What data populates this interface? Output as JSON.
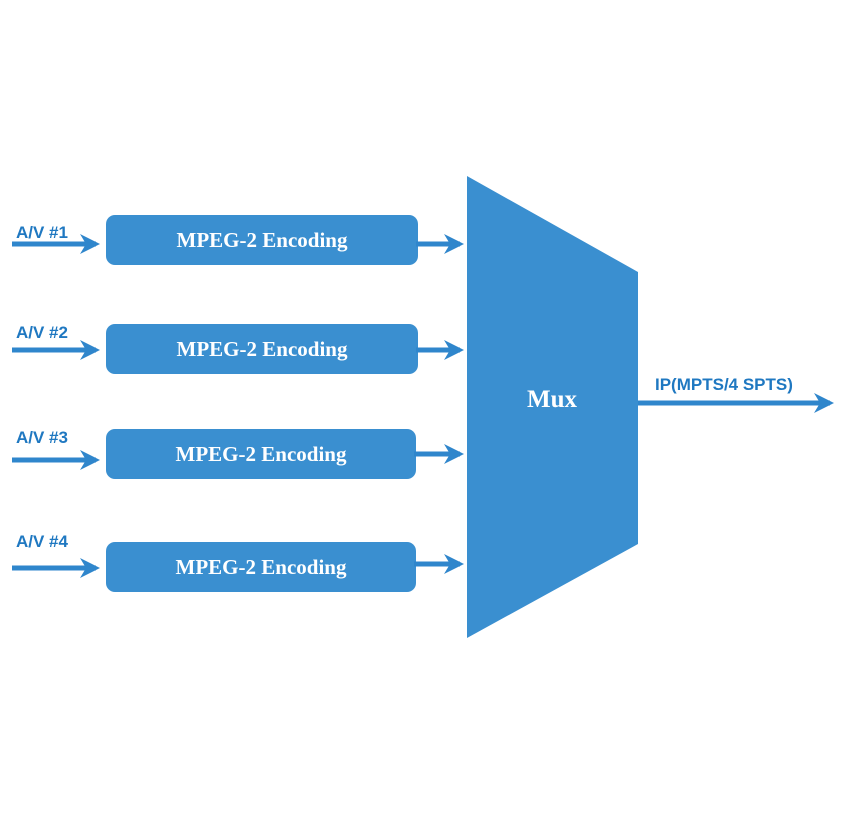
{
  "colors": {
    "block": "#3a8fd0",
    "arrow": "#2f86cc",
    "text_blue": "#1f78c1",
    "text_white": "#ffffff",
    "background": "#ffffff"
  },
  "inputs": [
    {
      "label": "A/V #1",
      "encoder": "MPEG-2 Encoding"
    },
    {
      "label": "A/V #2",
      "encoder": "MPEG-2 Encoding"
    },
    {
      "label": "A/V #3",
      "encoder": "MPEG-2 Encoding"
    },
    {
      "label": "A/V #4",
      "encoder": "MPEG-2 Encoding"
    }
  ],
  "mux": {
    "label": "Mux"
  },
  "output": {
    "label": "IP(MPTS/4 SPTS)"
  }
}
